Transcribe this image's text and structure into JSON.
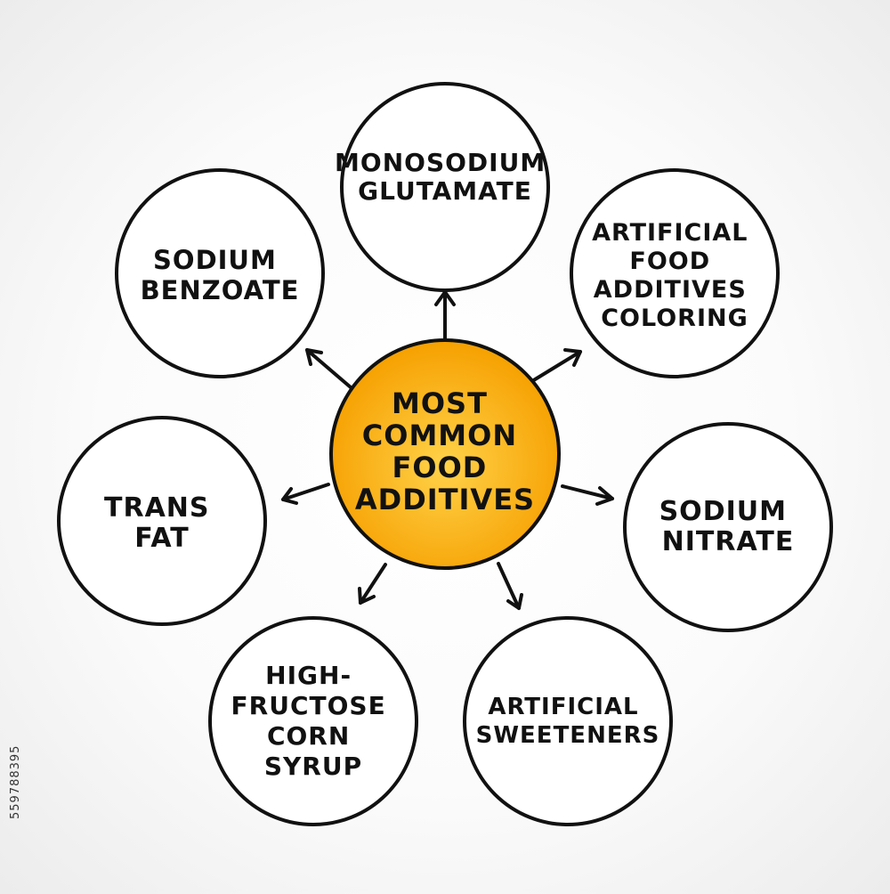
{
  "diagram": {
    "center": {
      "lines": [
        "MOST",
        "COMMON",
        "FOOD",
        "ADDITIVES"
      ],
      "fill": "#f6a000",
      "fill_light": "#ffd24a"
    },
    "nodes": [
      {
        "id": "monosodium-glutamate",
        "lines": [
          "MONOSODIUM",
          "GLUTAMATE"
        ]
      },
      {
        "id": "artificial-food-additives-coloring",
        "lines": [
          "ARTIFICIAL",
          "FOOD",
          "ADDITIVES",
          "COLORING"
        ]
      },
      {
        "id": "sodium-nitrate",
        "lines": [
          "SODIUM",
          "NITRATE"
        ]
      },
      {
        "id": "artificial-sweeteners",
        "lines": [
          "ARTIFICIAL",
          "SWEETENERS"
        ]
      },
      {
        "id": "high-fructose-corn-syrup",
        "lines": [
          "HIGH-",
          "FRUCTOSE",
          "CORN",
          "SYRUP"
        ]
      },
      {
        "id": "trans-fat",
        "lines": [
          "TRANS",
          "FAT"
        ]
      },
      {
        "id": "sodium-benzoate",
        "lines": [
          "SODIUM",
          "BENZOATE"
        ]
      }
    ],
    "outline_color": "#111111"
  },
  "stock_id": "559788395"
}
